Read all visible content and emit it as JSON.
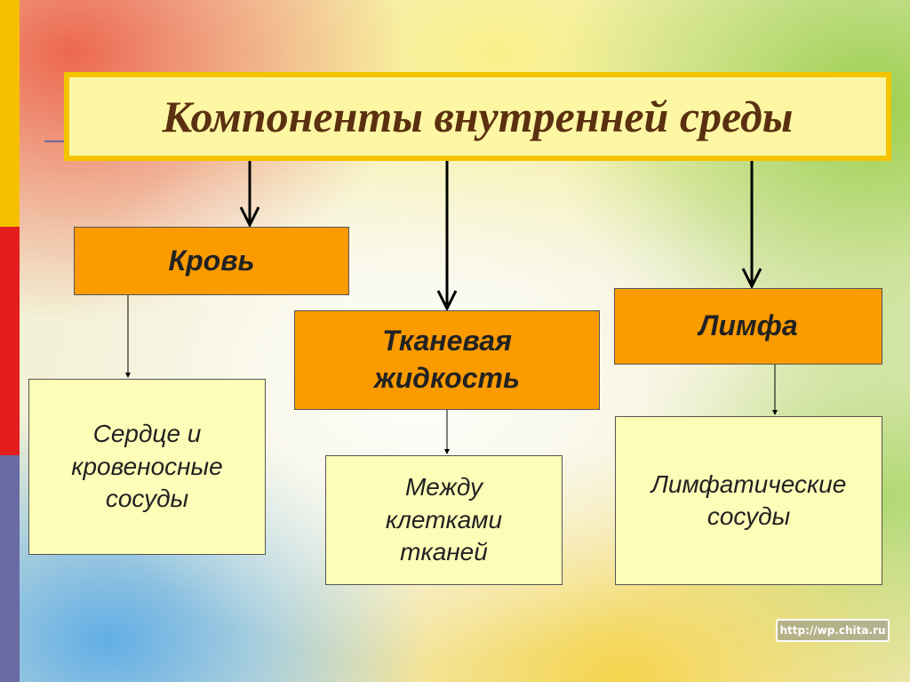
{
  "title": "Компоненты внутренней среды",
  "components": [
    {
      "label": "Кровь",
      "location": "Сердце и\nкровеносные\nсосуды"
    },
    {
      "label": "Тканевая\nжидкость",
      "location": "Между\nклетками\nтканей"
    },
    {
      "label": "Лимфа",
      "location": "Лимфатические\nсосуды"
    }
  ],
  "watermark": "http://wp.chita.ru",
  "colors": {
    "title_fill": "#fdf7a4",
    "title_border": "#f5c400",
    "category_fill": "#fb9b00",
    "description_fill": "#fefdb8",
    "title_text": "#5a3010"
  }
}
